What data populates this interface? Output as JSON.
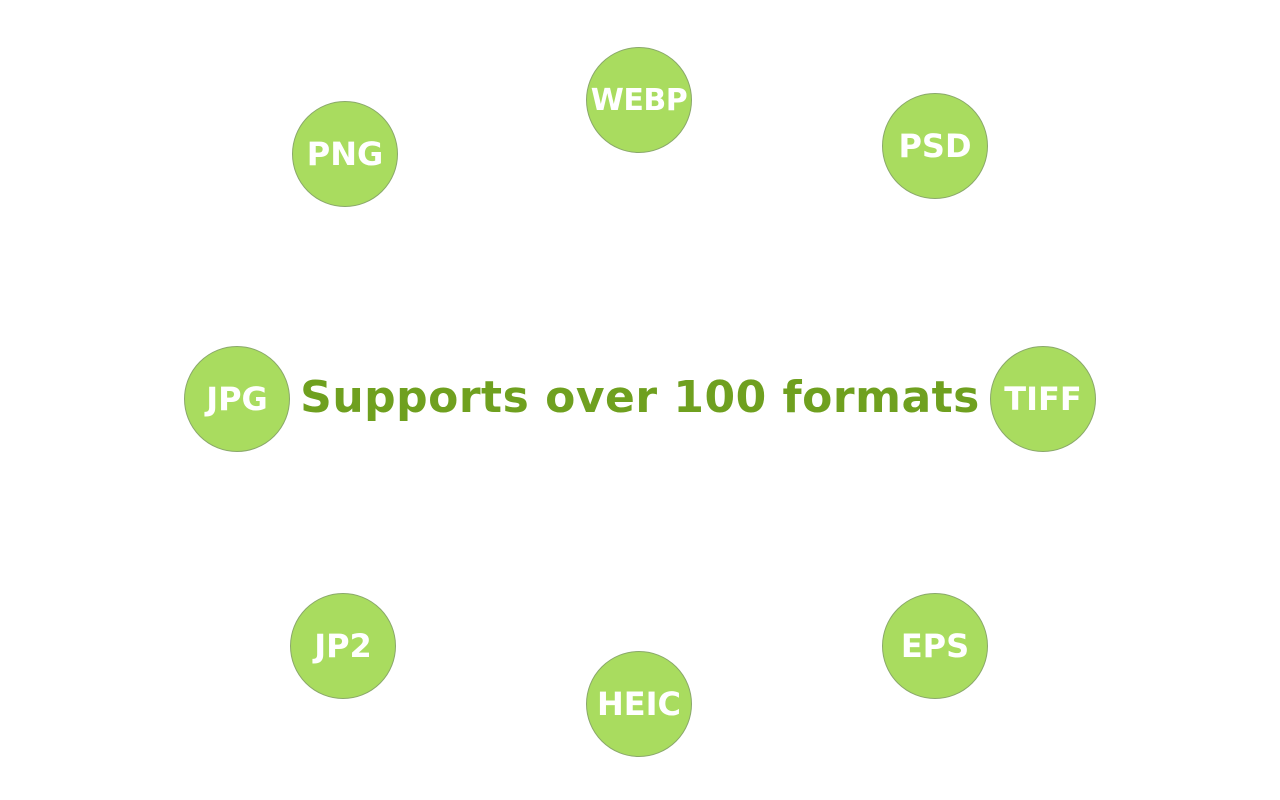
{
  "headline": "Supports over 100 formats",
  "colors": {
    "accent_text": "#6fa01f",
    "badge_fill": "#a9dc5f",
    "badge_text": "#ffffff",
    "background": "#ffffff"
  },
  "formats": {
    "webp": "WEBP",
    "png": "PNG",
    "psd": "PSD",
    "jpg": "JPG",
    "tiff": "TIFF",
    "jp2": "JP2",
    "eps": "EPS",
    "heic": "HEIC"
  }
}
